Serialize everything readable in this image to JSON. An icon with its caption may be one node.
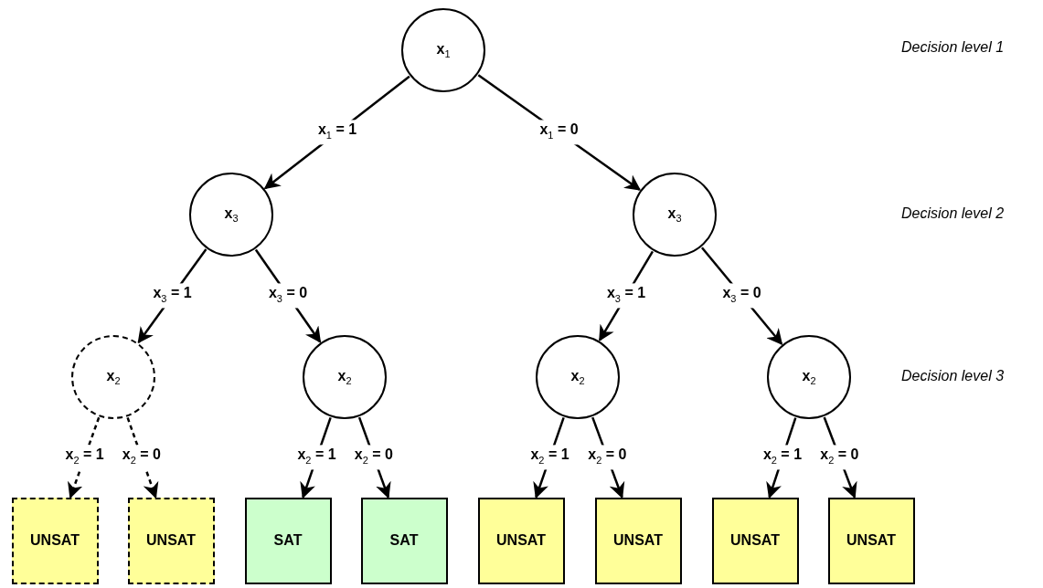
{
  "diagram": {
    "nodes": [
      {
        "text": [
          "x$_{1}$"
        ]
      },
      {
        "text": [
          "x$_{3}$"
        ]
      },
      {
        "text": [
          "x$_{3}$"
        ]
      },
      {
        "text": [
          "x$_{2}$"
        ]
      },
      {
        "text": [
          "x$_{2}$"
        ]
      },
      {
        "text": [
          "x$_{2}$"
        ]
      },
      {
        "text": [
          "x$_{2}$"
        ]
      },
      {
        "text": [
          "UNSAT"
        ]
      },
      {
        "text": [
          "UNSAT"
        ]
      },
      {
        "text": [
          "SAT"
        ]
      },
      {
        "text": [
          "SAT"
        ]
      },
      {
        "text": [
          "UNSAT"
        ]
      },
      {
        "text": [
          "UNSAT"
        ]
      },
      {
        "text": [
          "UNSAT"
        ]
      },
      {
        "text": [
          "UNSAT"
        ]
      }
    ],
    "edges": [
      {
        "from": 0,
        "to": 1,
        "arrow": "to",
        "label": "x$_{1}$ = 1"
      },
      {
        "from": 0,
        "to": 2,
        "arrow": "to",
        "label": "x$_{1}$ = 0"
      },
      {
        "from": 1,
        "to": 3,
        "arrow": "to",
        "label": "x$_{3}$ = 1"
      },
      {
        "from": 1,
        "to": 4,
        "arrow": "to",
        "label": "x$_{3}$ = 0"
      },
      {
        "from": 2,
        "to": 5,
        "arrow": "to",
        "label": "x$_{3}$ = 1"
      },
      {
        "from": 2,
        "to": 6,
        "arrow": "to",
        "label": "x$_{3}$ = 0"
      },
      {
        "from": 3,
        "to": 7,
        "arrow": "to",
        "label": "x$_{2}$ = 1",
        "style": "dashed"
      },
      {
        "from": 3,
        "to": 8,
        "arrow": "to",
        "label": "x$_{2}$ = 0",
        "style": "dashed"
      },
      {
        "from": 4,
        "to": 9,
        "arrow": "to",
        "label": "x$_{2}$ = 1"
      },
      {
        "from": 4,
        "to": 10,
        "arrow": "to",
        "label": "x$_{2}$ = 0"
      },
      {
        "from": 5,
        "to": 11,
        "arrow": "to",
        "label": "x$_{2}$ = 1"
      },
      {
        "from": 5,
        "to": 12,
        "arrow": "to",
        "label": "x$_{2}$ = 0"
      },
      {
        "from": 6,
        "to": 13,
        "arrow": "to",
        "label": "x$_{2}$ = 1"
      },
      {
        "from": 6,
        "to": 14,
        "arrow": "to",
        "label": "x$_{2}$ = 0"
      }
    ],
    "labels": [
      "Decision level 1",
      "Decision level 2",
      "Decision level 3"
    ]
  }
}
